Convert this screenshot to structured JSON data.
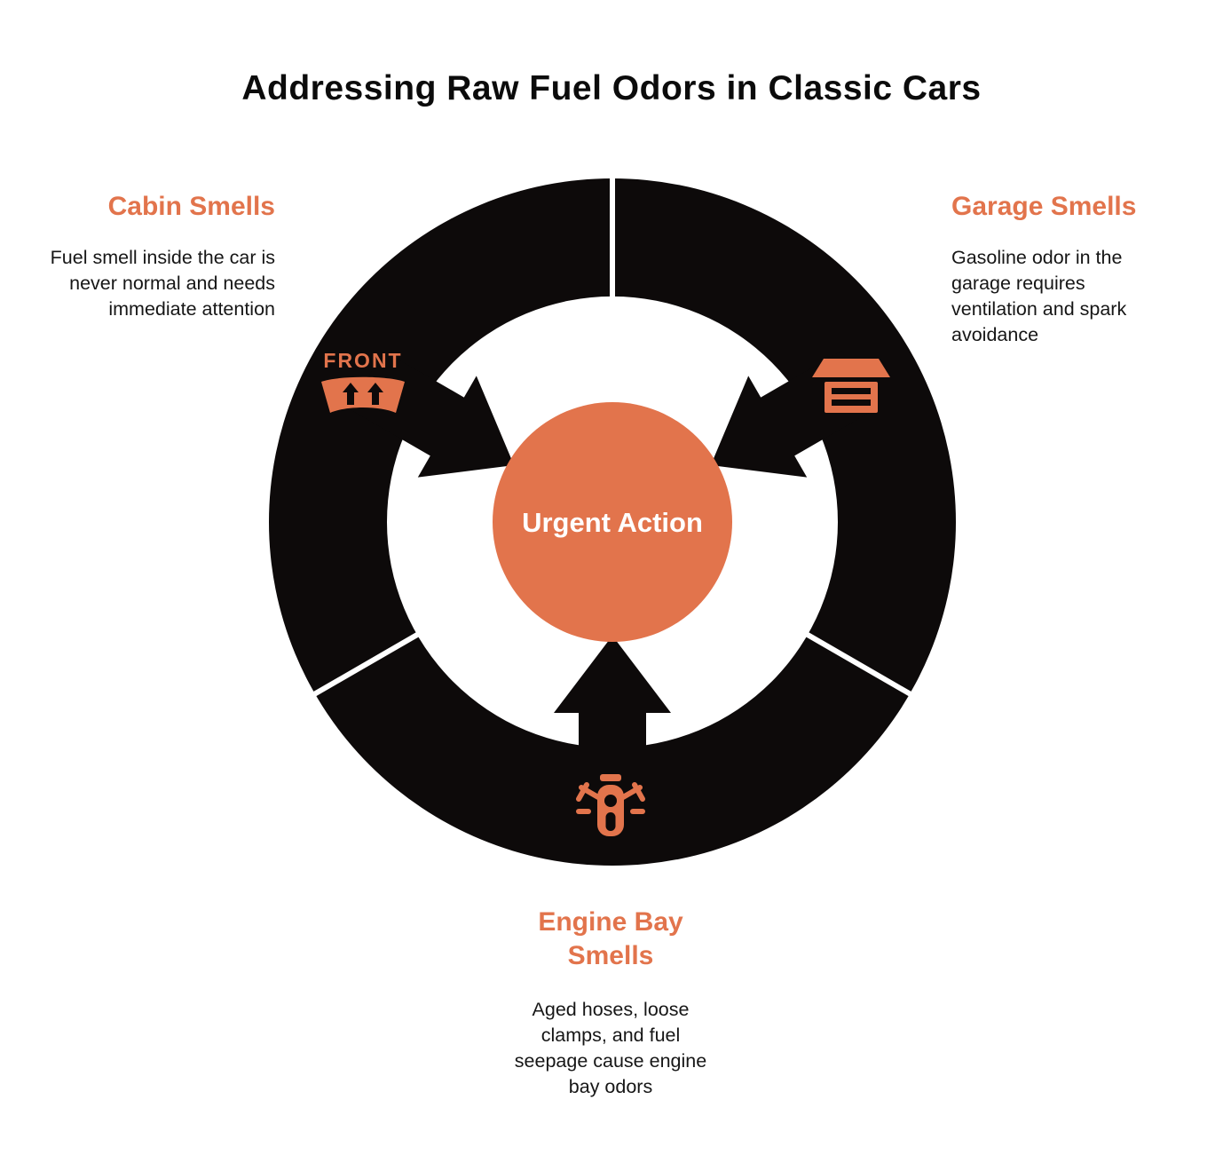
{
  "title": "Addressing Raw Fuel Odors in Classic Cars",
  "center": {
    "label": "Urgent Action"
  },
  "colors": {
    "accent": "#E2744C",
    "ring": "#0D0A0A",
    "background": "#FFFFFF",
    "center_text": "#FFFFFF"
  },
  "sections": [
    {
      "id": "cabin",
      "heading": "Cabin Smells",
      "description": "Fuel smell inside the car is never normal and needs immediate attention",
      "icon": "car-front-icon",
      "icon_label": "FRONT"
    },
    {
      "id": "garage",
      "heading": "Garage Smells",
      "description": "Gasoline odor in the garage requires ventilation and spark avoidance",
      "icon": "garage-icon"
    },
    {
      "id": "engine",
      "heading": "Engine Bay Smells",
      "description": "Aged hoses, loose clamps, and fuel seepage cause engine bay odors",
      "icon": "engine-icon"
    }
  ]
}
